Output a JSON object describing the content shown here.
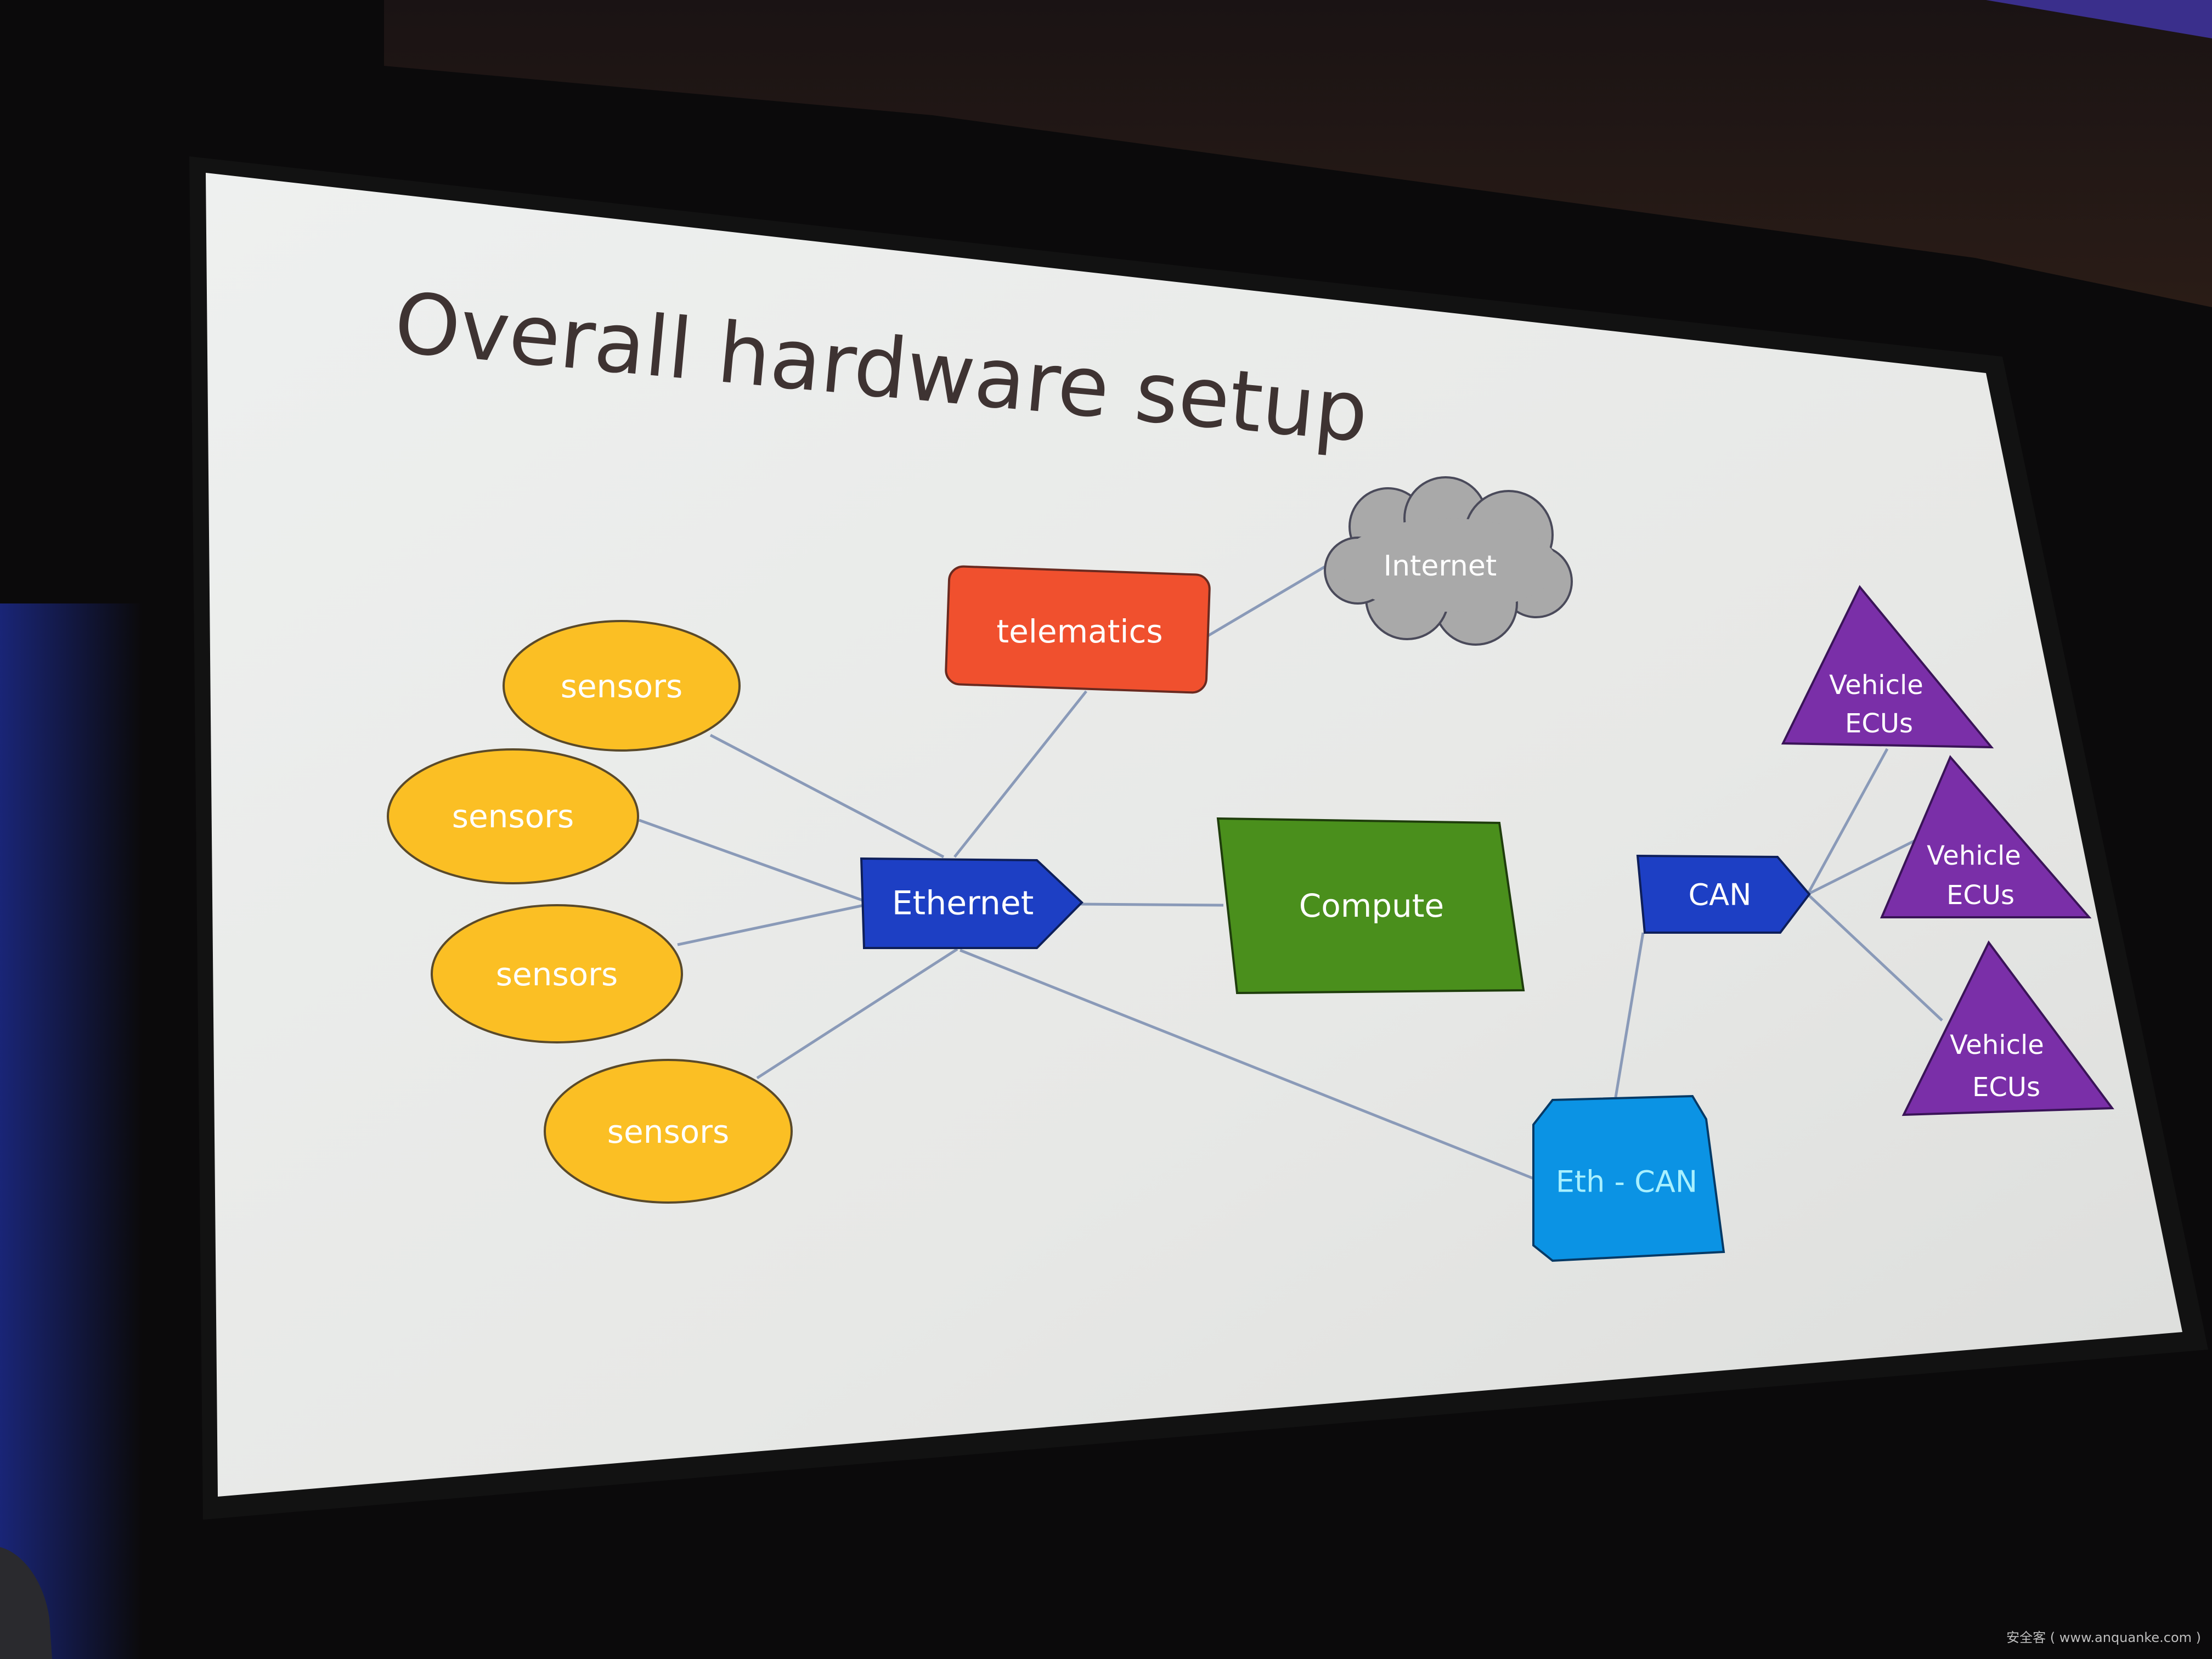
{
  "slide": {
    "title": "Overall hardware setup",
    "nodes": {
      "sensors_1": "sensors",
      "sensors_2": "sensors",
      "sensors_3": "sensors",
      "sensors_4": "sensors",
      "ethernet": "Ethernet",
      "telematics": "telematics",
      "internet": "Internet",
      "compute": "Compute",
      "can": "CAN",
      "eth_can": "Eth - CAN",
      "vehicle_ecus_1": [
        "Vehicle",
        "ECUs"
      ],
      "vehicle_ecus_2": [
        "Vehicle",
        "ECUs"
      ],
      "vehicle_ecus_3": [
        "Vehicle",
        "ECUs"
      ]
    }
  },
  "colors": {
    "sensors": "#fbbf24",
    "ethernet": "#1d3fc4",
    "telematics": "#f0502e",
    "internet": "#a9a9a9",
    "compute": "#4a8f1c",
    "can": "#1d3fc4",
    "eth_can": "#0b93e4",
    "vehicle_ecus": "#7a2fa8",
    "connector": "#8a9ab8"
  },
  "watermark": "安全客 ( www.anquanke.com )"
}
